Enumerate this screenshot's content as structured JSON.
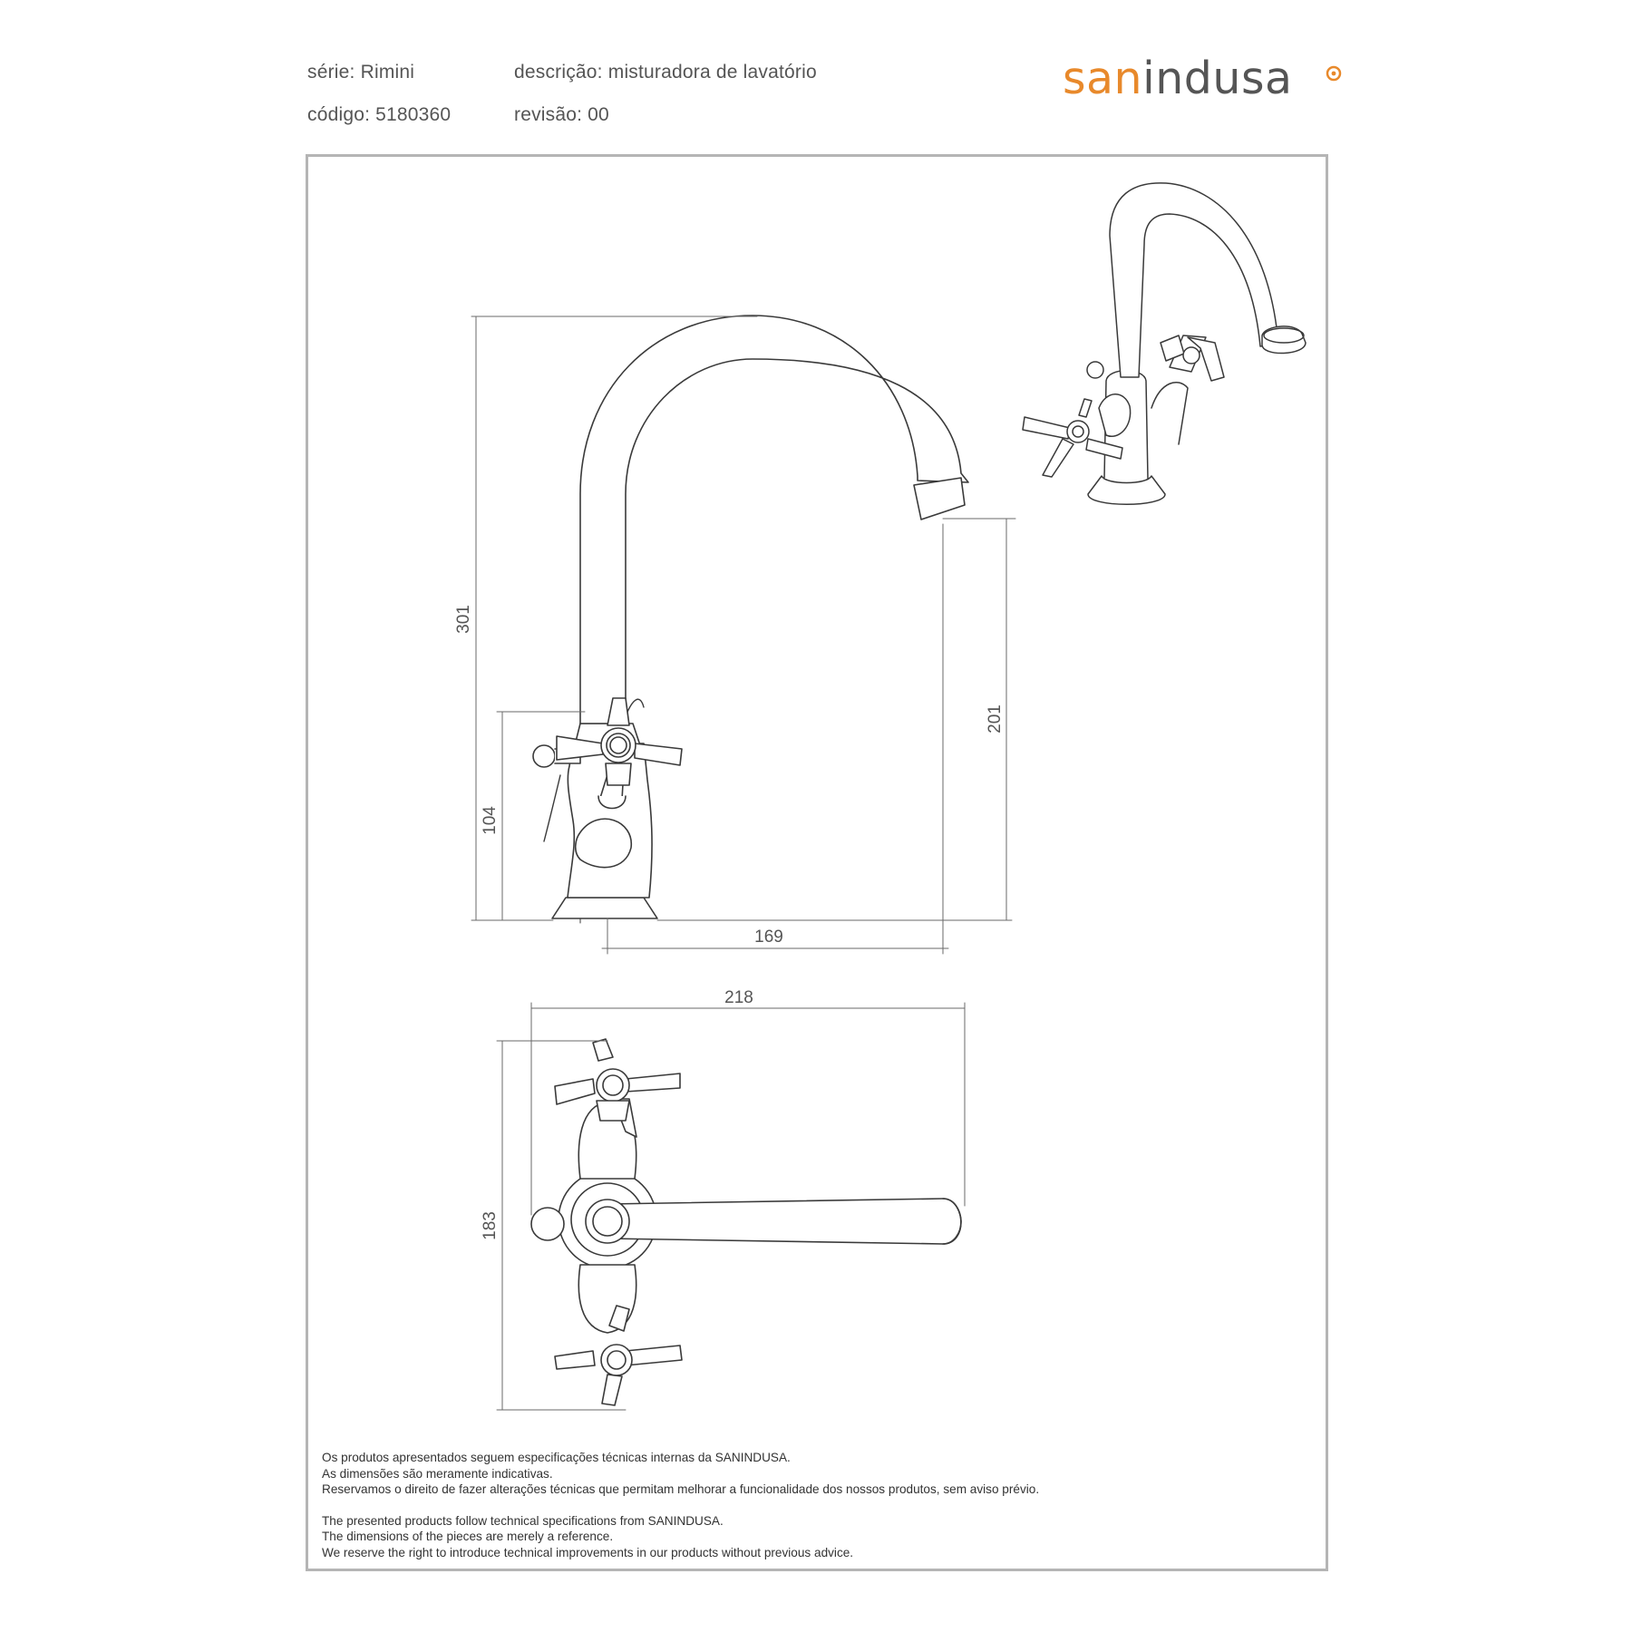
{
  "header": {
    "serie": "série: Rimini",
    "descricao": "descrição: misturadora de lavatório",
    "codigo": "código: 5180360",
    "revisao": "revisão: 00"
  },
  "logo": {
    "part1": "san",
    "part2": "indusa",
    "accent_color": "#e8892b",
    "text_color": "#555555"
  },
  "dimensions": {
    "total_height": "301",
    "body_height": "104",
    "spout_height": "201",
    "spout_reach": "169",
    "total_width": "218",
    "total_depth": "183"
  },
  "notes": {
    "pt": [
      "Os produtos apresentados seguem especificações técnicas internas da SANINDUSA.",
      "As dimensões são meramente indicativas.",
      "Reservamos o direito de fazer alterações técnicas que permitam melhorar a funcionalidade dos nossos produtos, sem aviso prévio."
    ],
    "en": [
      "The presented products follow technical specifications from SANINDUSA.",
      "The dimensions of the pieces are merely a reference.",
      "We reserve the right to introduce technical improvements in our products without previous advice."
    ]
  }
}
